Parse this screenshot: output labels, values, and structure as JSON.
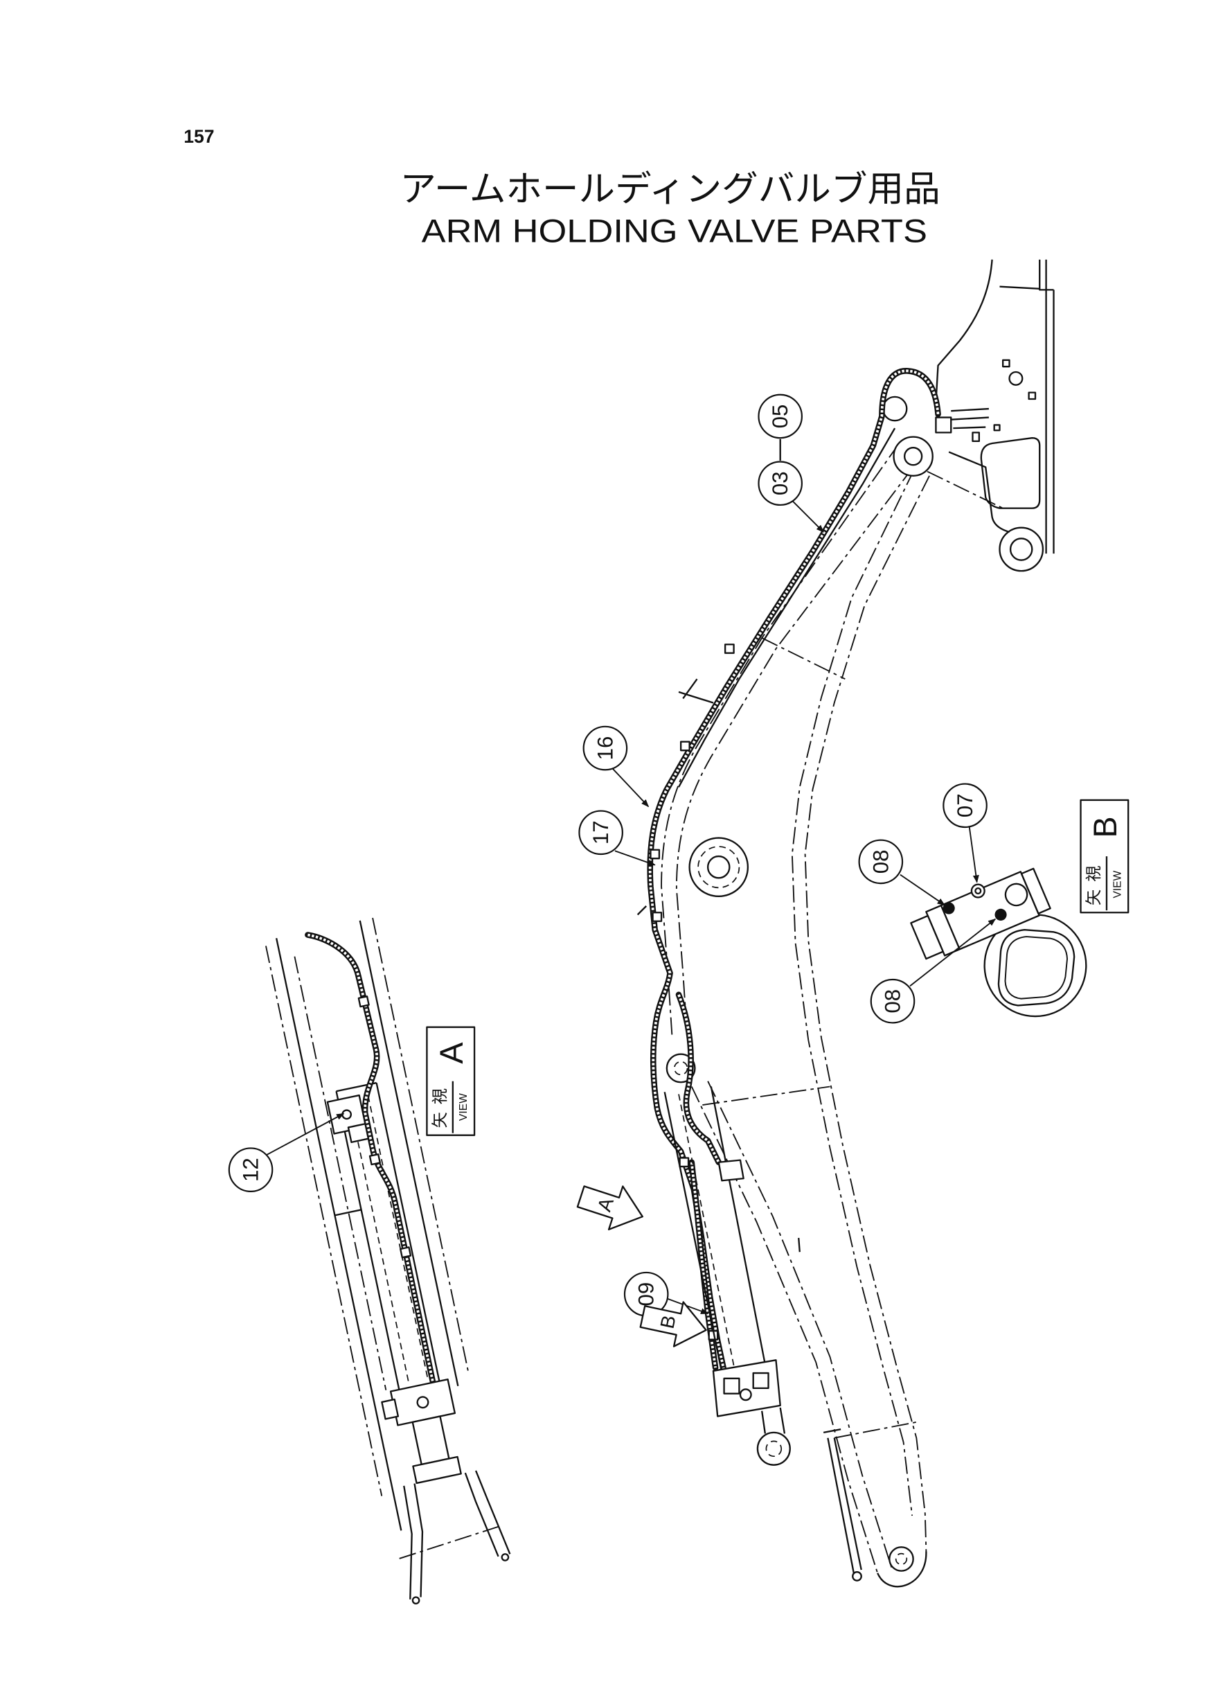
{
  "page": {
    "number": "157"
  },
  "title": {
    "japanese": "アームホールディングバルブ用品",
    "english": "ARM HOLDING VALVE PARTS"
  },
  "callouts": [
    {
      "label": "05"
    },
    {
      "label": "03"
    },
    {
      "label": "16"
    },
    {
      "label": "17"
    },
    {
      "label": "07"
    },
    {
      "label": "08"
    },
    {
      "label": "08"
    },
    {
      "label": "09"
    },
    {
      "label": "12"
    }
  ],
  "view_labels": {
    "a": {
      "char_1": "矢",
      "char_2": "視",
      "view": "VIEW",
      "letter": "A"
    },
    "b": {
      "char_1": "矢",
      "char_2": "視",
      "view": "VIEW",
      "letter": "B"
    }
  },
  "view_arrows": {
    "a": "A",
    "b": "B"
  }
}
